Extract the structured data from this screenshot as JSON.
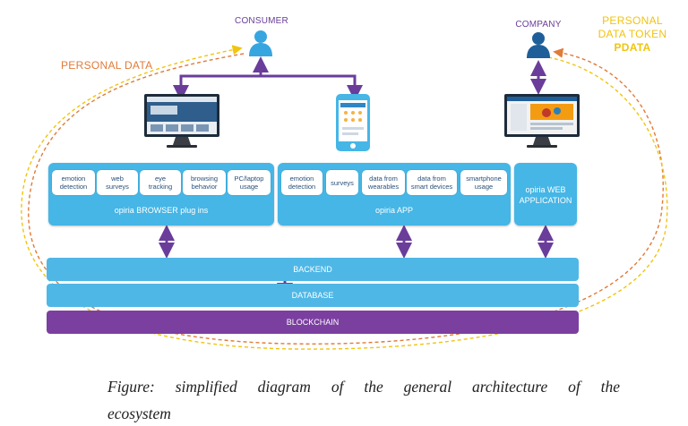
{
  "labels": {
    "consumer": "CONSUMER",
    "company": "COMPANY",
    "personal_data": "PERSONAL DATA",
    "personal_data_token_line1": "PERSONAL",
    "personal_data_token_line2": "DATA TOKEN",
    "pdata": "PDATA"
  },
  "browser_panel": {
    "title": "opiria BROWSER plug ins",
    "cards": [
      {
        "line1": "emotion",
        "line2": "detection"
      },
      {
        "line1": "web",
        "line2": "surveys"
      },
      {
        "line1": "eye",
        "line2": "tracking"
      },
      {
        "line1": "browsing",
        "line2": "behavior"
      },
      {
        "line1": "PC/laptop",
        "line2": "usage"
      }
    ]
  },
  "app_panel": {
    "title": "opiria APP",
    "cards": [
      {
        "line1": "emotion",
        "line2": "detection"
      },
      {
        "line1": "surveys",
        "line2": ""
      },
      {
        "line1": "data from",
        "line2": "wearables"
      },
      {
        "line1": "data from",
        "line2": "smart devices"
      },
      {
        "line1": "smartphone",
        "line2": "usage"
      }
    ]
  },
  "web_app_panel": {
    "line1": "opiria WEB",
    "line2": "APPLICATION"
  },
  "layers": {
    "backend": "BACKEND",
    "database": "DATABASE",
    "blockchain": "BLOCKCHAIN"
  },
  "caption": {
    "line1": "Figure: simplified diagram of the general architecture of the",
    "line2": "ecosystem"
  },
  "colors": {
    "panel_blue": "#45b6e6",
    "layer_blue": "#4fb7e6",
    "blockchain_purple": "#7b3fa0",
    "arrow_purple": "#6a3d9a",
    "user_blue": "#37a6e0",
    "company_blue": "#1f5f99",
    "orange_dashed": "#e07b39",
    "yellow_dashed": "#f1c40f"
  }
}
